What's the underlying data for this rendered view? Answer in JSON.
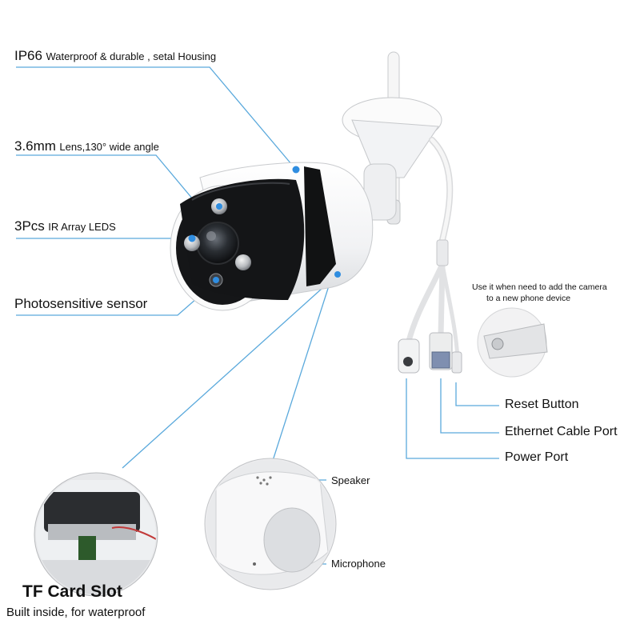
{
  "labels": {
    "ip66": {
      "big": "IP66",
      "small": "Waterproof & durable , setal Housing"
    },
    "lens": {
      "big": "3.6mm",
      "small": "Lens,130° wide angle"
    },
    "ir": {
      "big": "3Pcs",
      "small": "IR Array LEDS"
    },
    "photo": "Photosensitive sensor",
    "reset_note_1": "Use it when need to add the camera",
    "reset_note_2": "to a new phone device",
    "reset": "Reset Button",
    "ethernet": "Ethernet Cable Port",
    "power": "Power Port",
    "speaker": "Speaker",
    "microphone": "Microphone",
    "tf_title": "TF Card Slot",
    "tf_sub": "Built inside, for waterproof"
  },
  "colors": {
    "callout_line": "#5aa9dc",
    "dot": "#2f8de0",
    "text": "#111111"
  }
}
